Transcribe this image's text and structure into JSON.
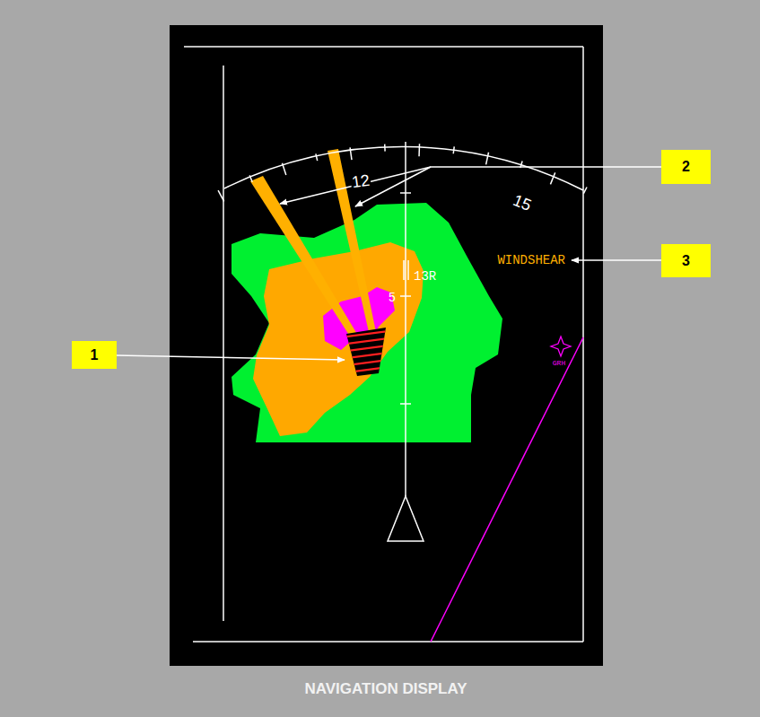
{
  "diagram": {
    "caption": "NAVIGATION DISPLAY",
    "nodes": [
      {
        "text": [
          "1"
        ]
      },
      {
        "text": [
          "2"
        ]
      },
      {
        "text": [
          "3"
        ]
      }
    ],
    "labels": [
      "12",
      "15",
      "5",
      "13R",
      "WINDSHEAR",
      "GRH"
    ]
  }
}
